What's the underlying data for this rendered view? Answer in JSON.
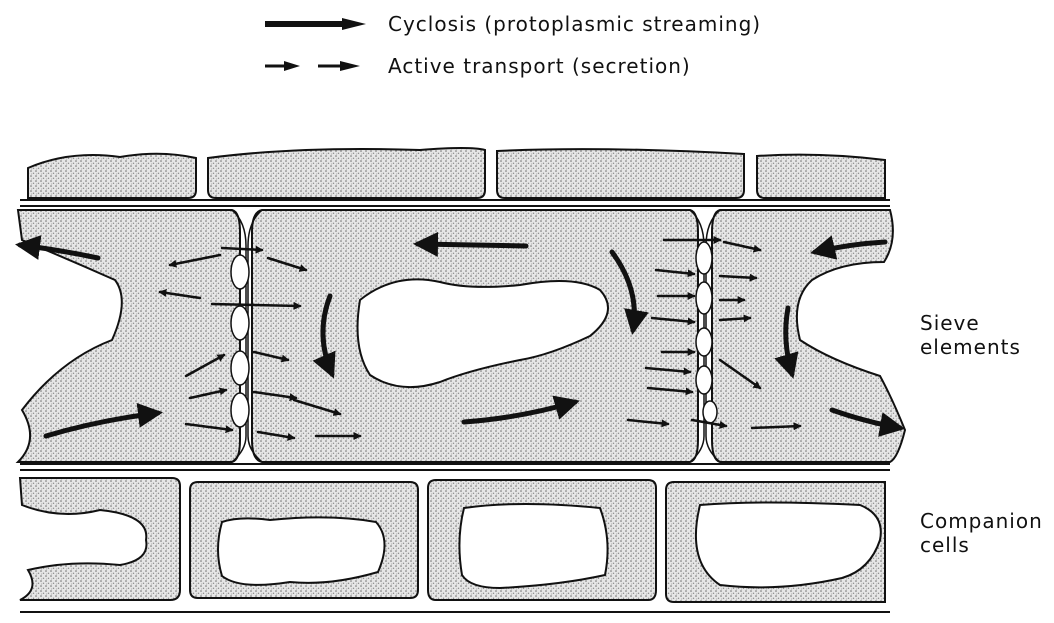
{
  "legend": {
    "items": [
      {
        "label": "Cyclosis (protoplasmic streaming)",
        "style": "solid"
      },
      {
        "label": "Active transport (secretion)",
        "style": "dashed"
      }
    ]
  },
  "labels": {
    "sieve": [
      "Sieve",
      "elements"
    ],
    "companion": [
      "Companion",
      "cells"
    ]
  },
  "colors": {
    "ink": "#111111",
    "stipple": "#7a7a7a",
    "background": "#ffffff"
  }
}
